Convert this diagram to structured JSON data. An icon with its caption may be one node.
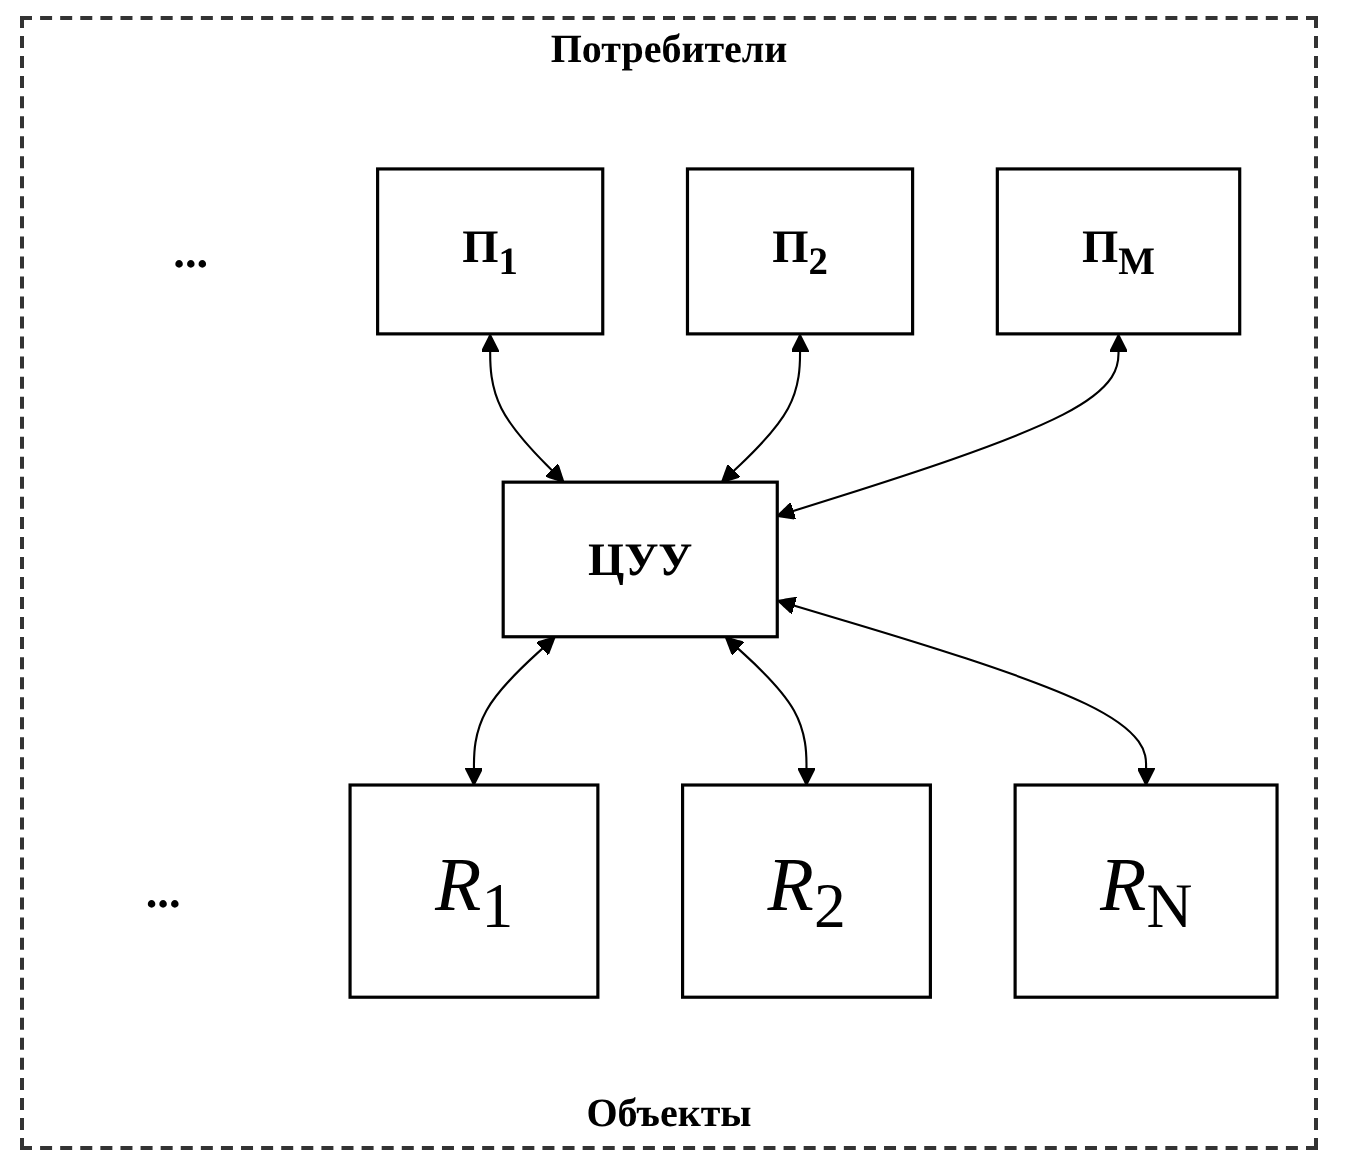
{
  "diagram": {
    "nodes": [
      {
        "text": [
          "П$_{1}$"
        ]
      },
      {
        "text": [
          "П$_{2}$"
        ]
      },
      {
        "text": [
          "П$_{M}$"
        ]
      },
      {
        "text": [
          "ЦУУ"
        ]
      },
      {
        "text": [
          "*R*$_{1}$"
        ]
      },
      {
        "text": [
          "*R*$_{2}$"
        ]
      },
      {
        "text": [
          "*R*$_{N}$"
        ]
      }
    ],
    "edges": [
      {
        "from": 0,
        "to": 3,
        "arrow": "both"
      },
      {
        "from": 1,
        "to": 3,
        "arrow": "both"
      },
      {
        "from": 2,
        "to": 3,
        "arrow": "both"
      },
      {
        "from": 3,
        "to": 4,
        "arrow": "both"
      },
      {
        "from": 3,
        "to": 5,
        "arrow": "both"
      },
      {
        "from": 3,
        "to": 6,
        "arrow": "both"
      }
    ],
    "labels": [
      "Потребители",
      "...",
      "...",
      "Объекты"
    ]
  }
}
